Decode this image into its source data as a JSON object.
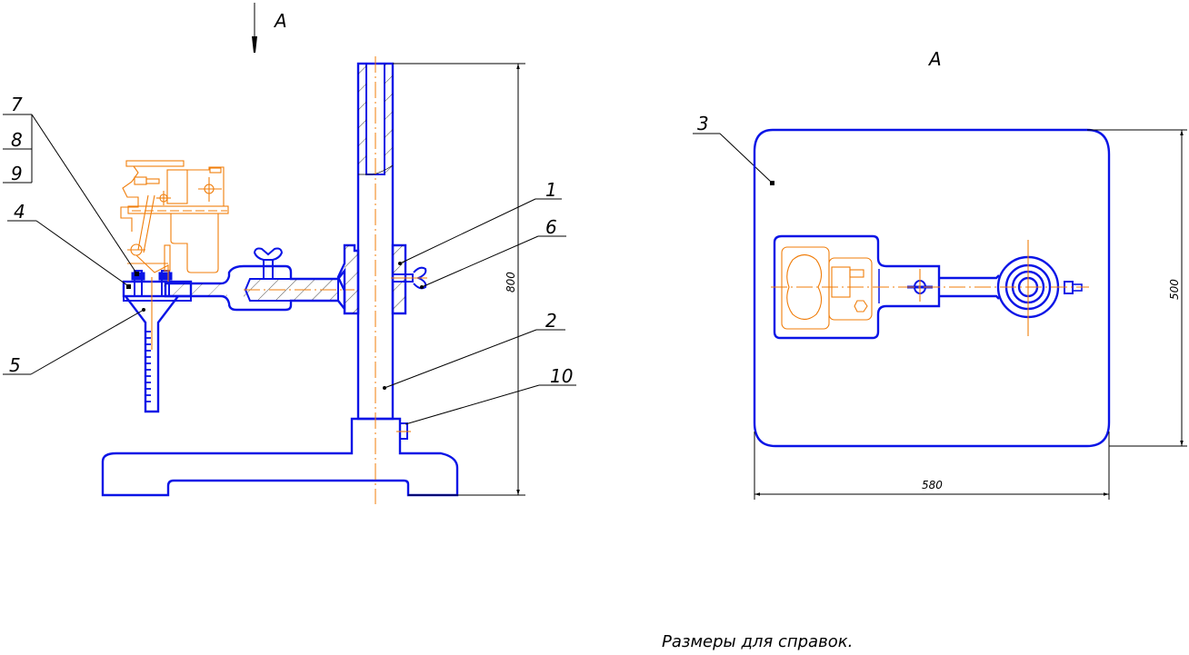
{
  "drawing": {
    "section_marker": "A",
    "view_label": "A",
    "note": "Размеры для справок.",
    "colors": {
      "contour": "#0a14e6",
      "reference_part": "#f07d0a",
      "dimension": "#000000"
    },
    "callouts": [
      {
        "id": "7",
        "label": "7"
      },
      {
        "id": "8",
        "label": "8"
      },
      {
        "id": "9",
        "label": "9"
      },
      {
        "id": "4",
        "label": "4"
      },
      {
        "id": "5",
        "label": "5"
      },
      {
        "id": "1",
        "label": "1"
      },
      {
        "id": "6",
        "label": "6"
      },
      {
        "id": "2",
        "label": "2"
      },
      {
        "id": "10",
        "label": "10"
      },
      {
        "id": "3",
        "label": "3"
      }
    ],
    "dimensions": {
      "height_front": "800",
      "plate_height": "500",
      "plate_width": "580"
    }
  }
}
